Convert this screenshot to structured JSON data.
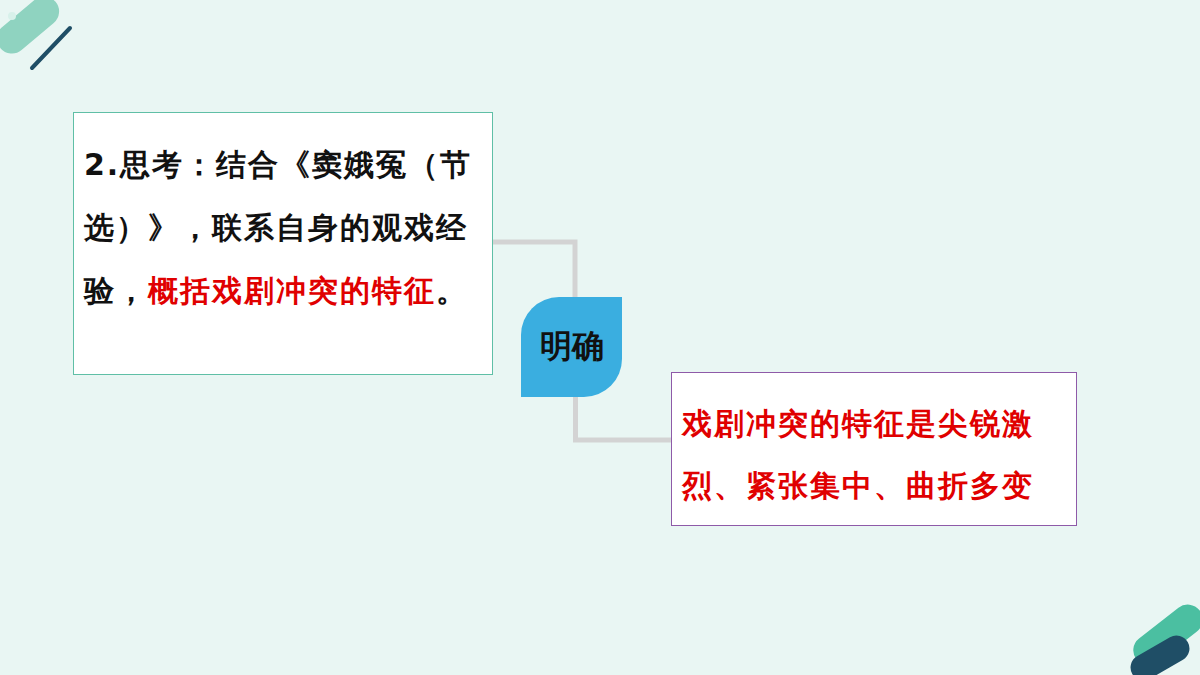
{
  "diagram": {
    "nodes": [
      {
        "text": [
          "2.思考：结合《窦娥冤（节选）》，联系自身的观戏经验，",
          "概括戏剧冲突的特征",
          "。"
        ]
      },
      {
        "text": [
          "明确"
        ]
      },
      {
        "text": [
          "戏剧冲突的特征是尖锐激烈、紧张集中、曲折多变"
        ]
      }
    ],
    "edges": [
      {
        "from": 0,
        "to": 1,
        "arrow": "none"
      },
      {
        "from": 1,
        "to": 2,
        "arrow": "none"
      }
    ]
  }
}
